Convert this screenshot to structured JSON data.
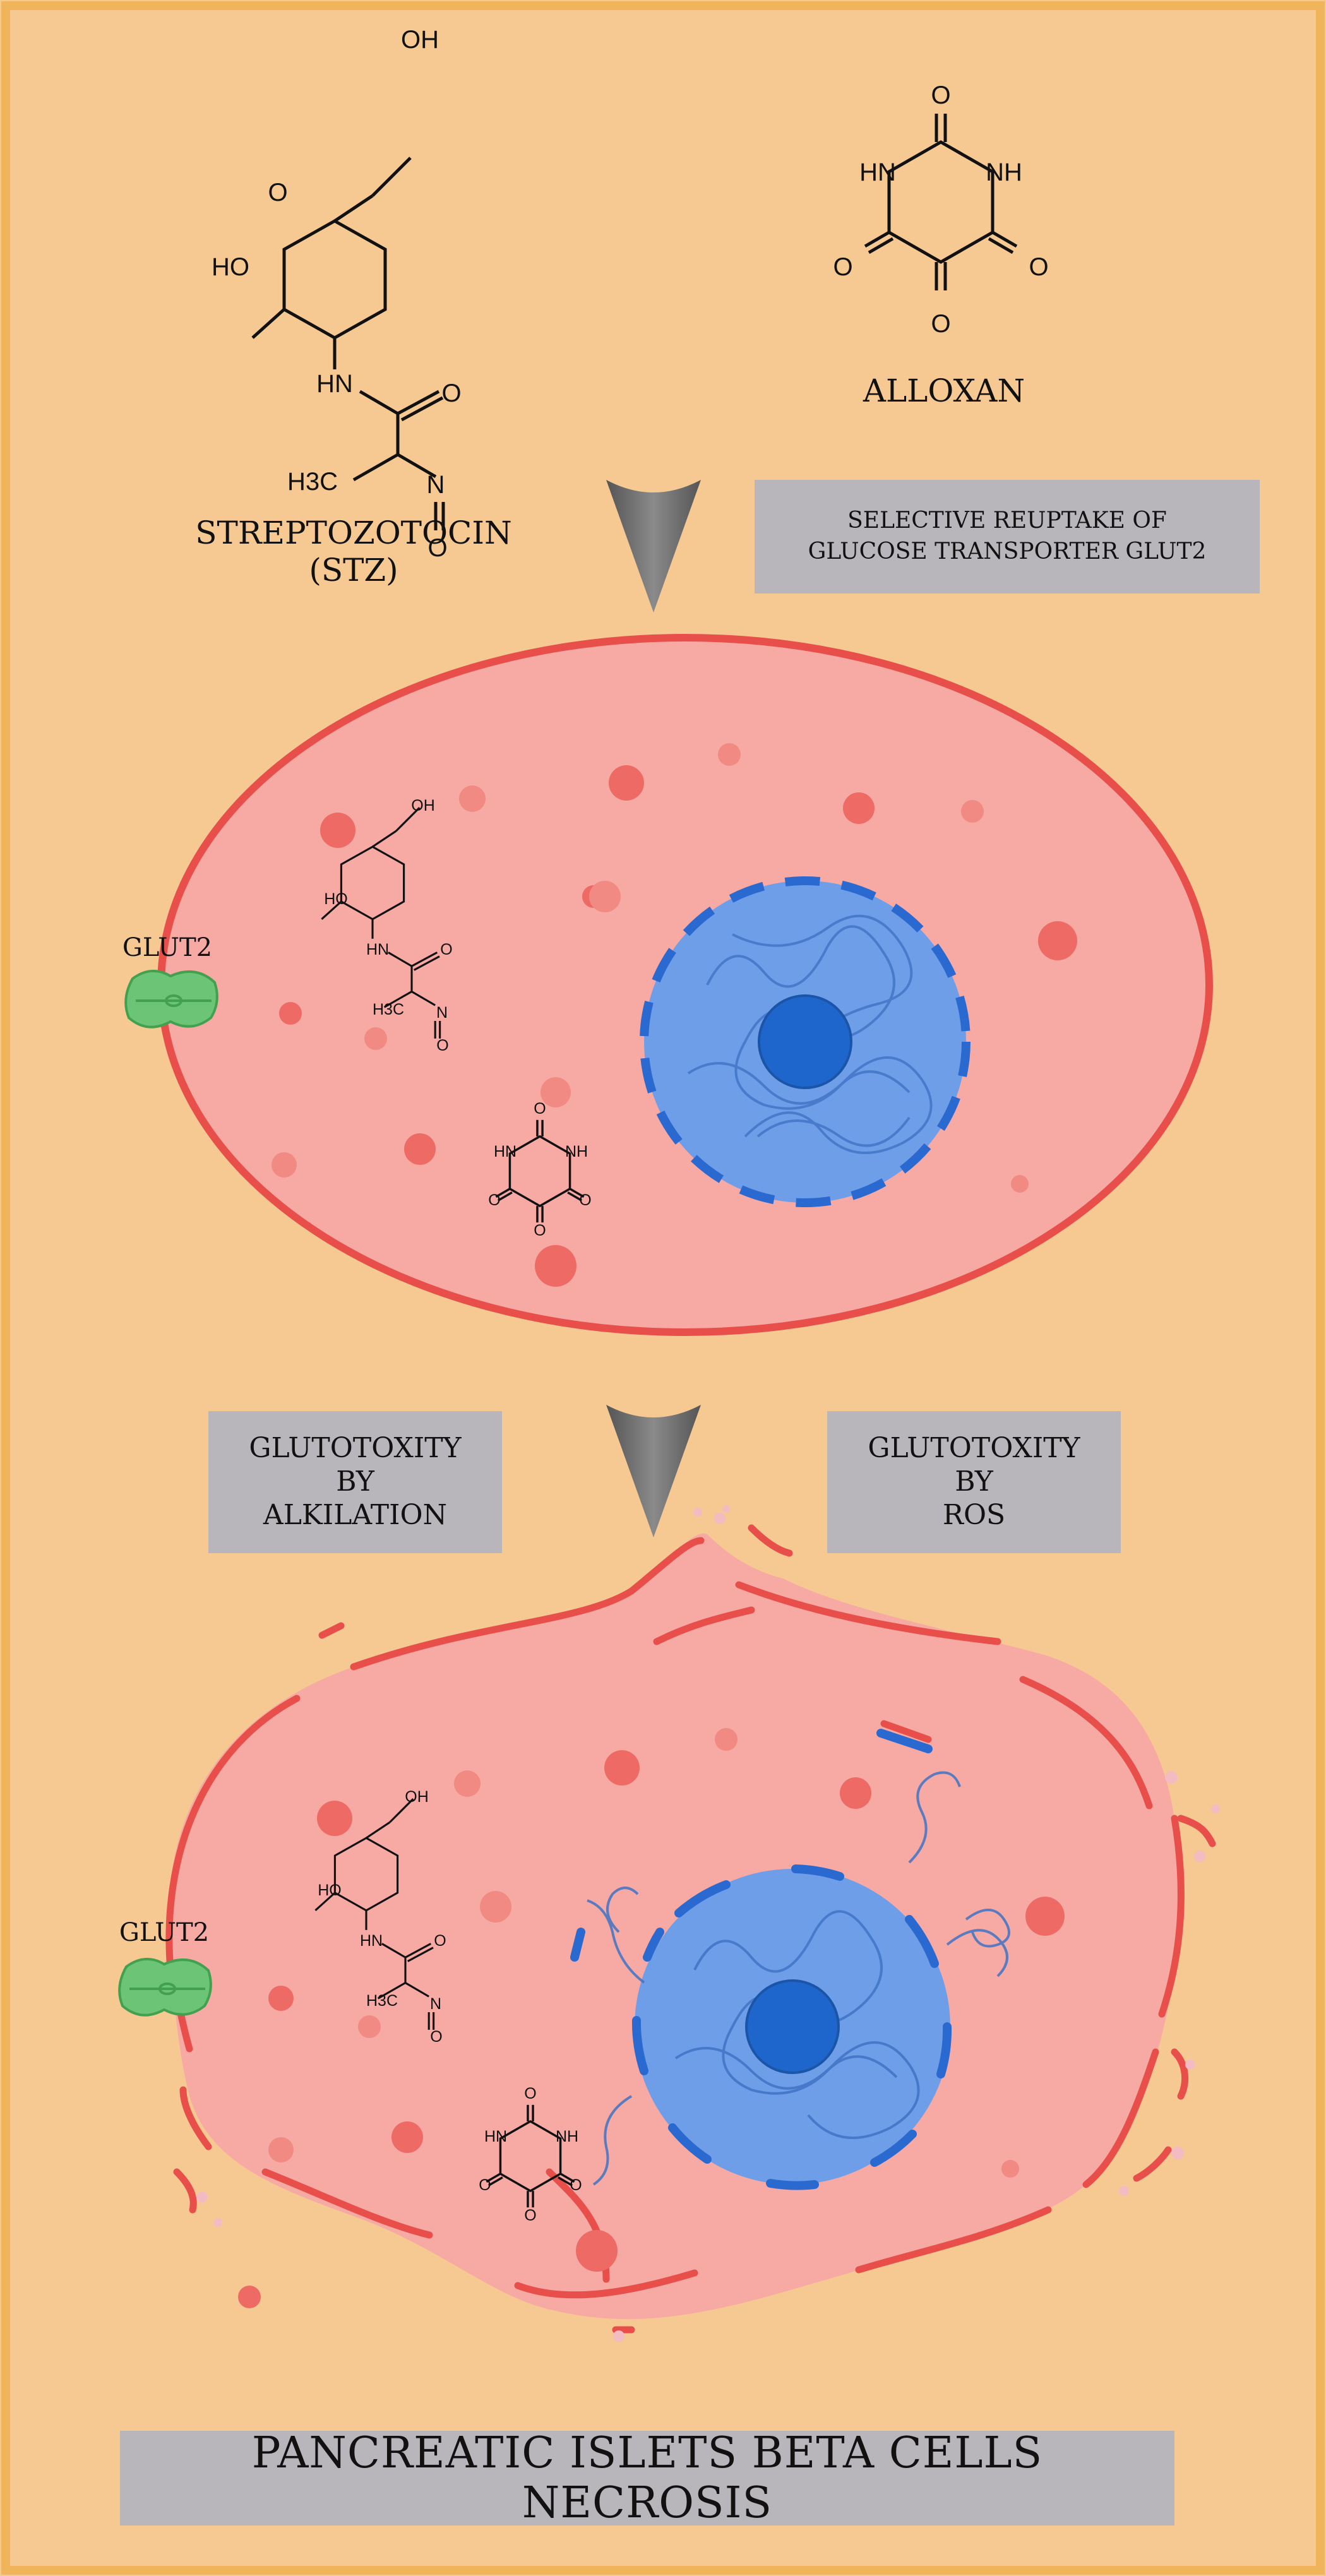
{
  "molecules": {
    "streptozotocin": {
      "name_line1": "STREPTOZOTOCIN",
      "name_line2": "(STZ)",
      "atoms": {
        "oh_top": "OH",
        "ring_o": "O",
        "ho": "HO",
        "nh": "HN",
        "carbonyl_o": "O",
        "h3c": "H3C",
        "n": "N",
        "nitroso_o": "O"
      }
    },
    "alloxan": {
      "name": "ALLOXAN",
      "atoms": {
        "top_o": "O",
        "hn_left": "HN",
        "nh_right": "NH",
        "o_left": "O",
        "o_right": "O",
        "o_bottom": "O"
      }
    }
  },
  "boxes": {
    "uptake": {
      "line1": "SELECTIVE REUPTAKE OF",
      "line2": "GLUCOSE TRANSPORTER GLUT2"
    },
    "alkylation": {
      "line1": "GLUTOTOXITY",
      "line2": "BY",
      "line3": "ALKILATION"
    },
    "ros": {
      "line1": "GLUTOTOXITY",
      "line2": "BY",
      "line3": "ROS"
    },
    "footer": {
      "text": "PANCREATIC ISLETS BETA CELLS NECROSIS"
    }
  },
  "cells": {
    "healthy": {
      "transporter_label": "GLUT2"
    },
    "necrotic": {
      "transporter_label": "GLUT2"
    }
  },
  "colors": {
    "background": "#f6c992",
    "border": "#f0b45a",
    "cell_fill": "#f7a9a4",
    "cell_membrane": "#e84f4b",
    "nucleus_fill": "#6f9ee8",
    "nucleus_envelope": "#2a6ad0",
    "nucleolus": "#1f66cc",
    "transporter": "#6cc576",
    "arrow": "#777777",
    "box_fill": "#b9b6bb"
  }
}
